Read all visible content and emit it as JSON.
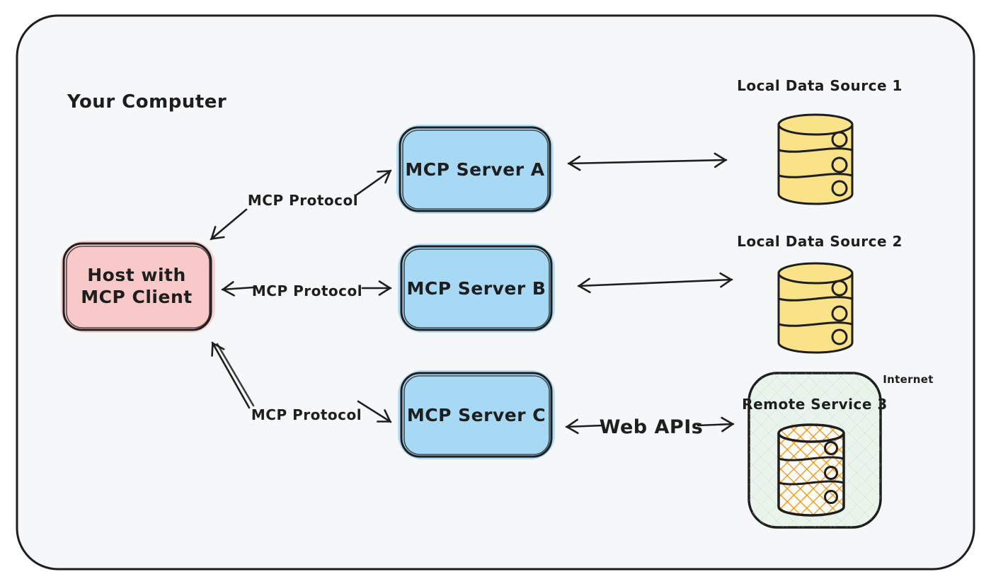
{
  "diagram": {
    "frame_label": "Your Computer",
    "host": {
      "line1": "Host with",
      "line2": "MCP Client"
    },
    "servers": [
      {
        "label": "MCP Server A"
      },
      {
        "label": "MCP Server B"
      },
      {
        "label": "MCP Server C"
      }
    ],
    "data_sources": [
      {
        "label": "Local Data Source 1"
      },
      {
        "label": "Local Data Source 2"
      }
    ],
    "remote_service": {
      "label": "Remote Service 3",
      "zone_label": "Internet"
    },
    "edges": {
      "top_label": "MCP Protocol",
      "middle_label": "MCP Protocol",
      "bottom_label": "MCP Protocol",
      "web_label": "Web APIs"
    },
    "colors": {
      "canvas": "#f6f7f9",
      "ink": "#1e1e1e",
      "host_fill": "#f9c9c9",
      "host_text": "#e03131",
      "server_fill": "#a7d9f5",
      "datasource_fill": "#f9e287",
      "remote_fill": "#eaf4ec",
      "hatch_orange": "#f08c00",
      "hatch_green": "#b7d9bd"
    }
  }
}
